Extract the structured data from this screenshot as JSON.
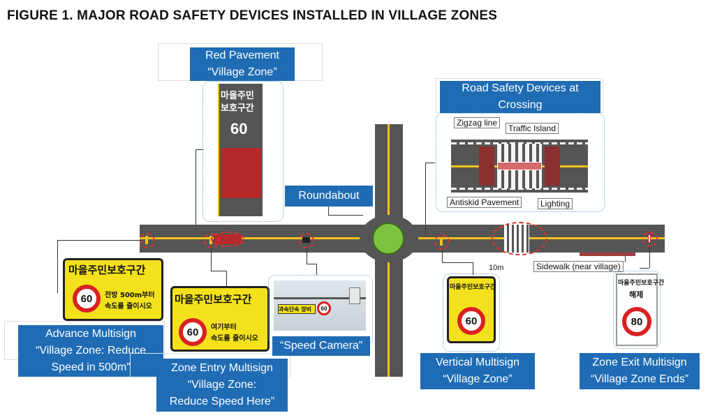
{
  "title": "FIGURE 1. MAJOR ROAD SAFETY DEVICES INSTALLED IN VILLAGE ZONES",
  "labels": {
    "red_pavement": "Red Pavement\n“Village Zone”",
    "road_safety_crossing": "Road Safety Devices at\nCrossing",
    "roundabout": "Roundabout",
    "advance_multisign": "Advance Multisign\n“Village Zone: Reduce\nSpeed in 500m”",
    "zone_entry_multisign": "Zone Entry Multisign\n“Village Zone:\nReduce Speed Here”",
    "speed_camera": "“Speed Camera”",
    "vertical_multisign": "Vertical Multisign\n“Village Zone”",
    "zone_exit_multisign": "Zone Exit Multisign\n“Village Zone Ends”"
  },
  "crossing_inset": {
    "zigzag": "Zigzag line",
    "traffic_island": "Traffic Island",
    "antiskid": "Antiskid Pavement",
    "lighting": "Lighting"
  },
  "road_annotations": {
    "distance": "10m",
    "sidewalk": "Sidewalk (near village)"
  },
  "pavement_sign": {
    "line1": "마을주민",
    "line2": "보호구간",
    "speed": "60"
  },
  "advance_sign": {
    "heading": "마을주민보호구간",
    "speed": "60",
    "text1": "전방 500m부터",
    "text2": "속도를 줄이시오"
  },
  "entry_sign": {
    "heading": "마을주민보호구간",
    "speed": "60",
    "text1": "여기부터",
    "text2": "속도를 줄이시오"
  },
  "camera_sign": {
    "text": "과속단속 장비",
    "speed": "60"
  },
  "vertical_sign": {
    "heading": "마을주민보호구간",
    "speed": "60"
  },
  "exit_sign": {
    "heading": "마을주민보호구간",
    "sub": "해제",
    "speed": "80"
  },
  "colors": {
    "label_blue": "#1f6cb4",
    "road": "#555555",
    "center_line": "#f2c21a",
    "red_pavement": "#b5292a",
    "sign_yellow": "#f3e21b",
    "speed_ring": "#d92121"
  }
}
